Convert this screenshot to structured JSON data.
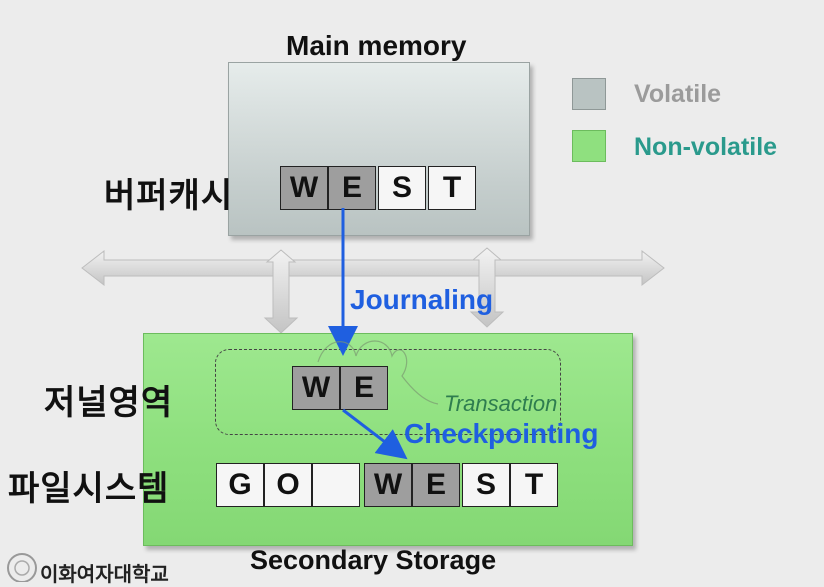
{
  "main_memory": {
    "title": "Main memory"
  },
  "legend": [
    {
      "label": "Volatile",
      "box_color": "#b9c3c2",
      "text_color": "#9b9b9b"
    },
    {
      "label": "Non-volatile",
      "box_color": "#8fe07f",
      "text_color": "#2a9a8c"
    }
  ],
  "buffer_cache": {
    "label": "버퍼캐시",
    "cells": [
      "W",
      "E",
      "S",
      "T"
    ]
  },
  "journaling": {
    "label": "Journaling"
  },
  "journal_area": {
    "label": "저널영역",
    "cells": [
      "W",
      "E"
    ],
    "transaction_label": "Transaction"
  },
  "checkpointing": {
    "label": "Checkpointing"
  },
  "file_system": {
    "label": "파일시스템",
    "cells": [
      "G",
      "O",
      "",
      "W",
      "E",
      "S",
      "T"
    ]
  },
  "secondary_storage": {
    "title": "Secondary Storage"
  },
  "footer": {
    "logo_text": "이화여자대학교"
  },
  "colors": {
    "arrow": "#1f5fe0",
    "bus": "#c9c9c9"
  }
}
